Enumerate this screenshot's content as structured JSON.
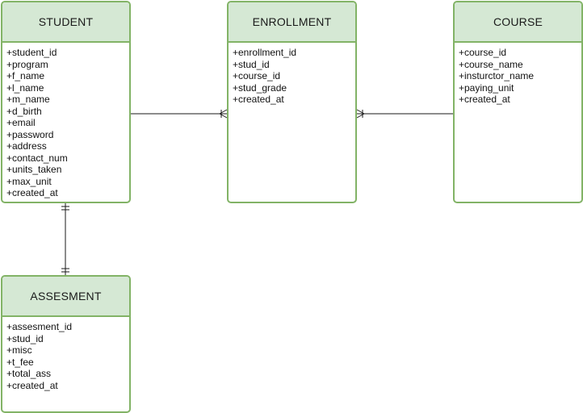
{
  "colors": {
    "header_fill": "#d5e8d4",
    "border": "#82b366",
    "connector": "#1a1a1a"
  },
  "entities": {
    "student": {
      "name": "STUDENT",
      "attributes": [
        "+student_id",
        "+program",
        "+f_name",
        "+l_name",
        "+m_name",
        "+d_birth",
        "+email",
        "+password",
        "+address",
        "+contact_num",
        "+units_taken",
        "+max_unit",
        "+created_at"
      ]
    },
    "enrollment": {
      "name": "ENROLLMENT",
      "attributes": [
        "+enrollment_id",
        "+stud_id",
        "+course_id",
        "+stud_grade",
        "+created_at"
      ]
    },
    "course": {
      "name": "COURSE",
      "attributes": [
        "+course_id",
        "+course_name",
        "+insturctor_name",
        "+paying_unit",
        "+created_at"
      ]
    },
    "assesment": {
      "name": "ASSESMENT",
      "attributes": [
        "+assesment_id",
        "+stud_id",
        "+misc",
        "+t_fee",
        "+total_ass",
        "+created_at"
      ]
    }
  },
  "relationships": [
    {
      "from": "student",
      "to": "enrollment",
      "from_end": "none",
      "to_end": "one-or-many"
    },
    {
      "from": "course",
      "to": "enrollment",
      "from_end": "none",
      "to_end": "one-or-many"
    },
    {
      "from": "student",
      "to": "assesment",
      "from_end": "exactly-one",
      "to_end": "exactly-one"
    }
  ]
}
